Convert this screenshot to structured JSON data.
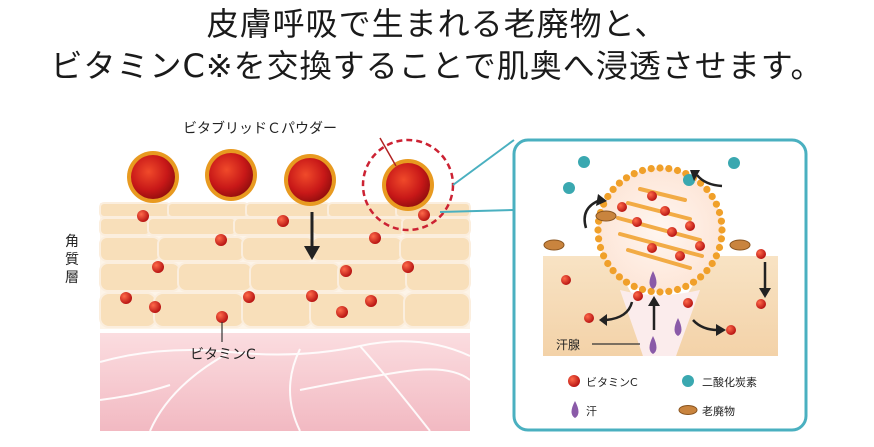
{
  "headline": {
    "line1": "皮膚呼吸で生まれる老廃物と、",
    "line2": "ビタミンC※を交換することで肌奥へ浸透させます。"
  },
  "labels": {
    "powder": "ビタブリッドＣパウダー",
    "stratum_corneum": [
      "角",
      "質",
      "層"
    ],
    "vitamin_c": "ビタミンC",
    "sweat_gland": "汗腺"
  },
  "legend": [
    {
      "icon": "vitamin-c-icon",
      "label": "ビタミンC"
    },
    {
      "icon": "co2-icon",
      "label": "二酸化炭素"
    },
    {
      "icon": "sweat-icon",
      "label": "汗"
    },
    {
      "icon": "waste-icon",
      "label": "老廃物"
    }
  ],
  "colors": {
    "vitamin_red": "#d42020",
    "powder_orange": "#e8901a",
    "frame_teal": "#4ab0c0",
    "dash_red": "#cc2233",
    "skin_peach": "#f6dcb8",
    "dermis_pink": "#f3c4cc",
    "sweat_purple": "#8a5aa8",
    "co2_teal": "#3aa8b0",
    "waste_brown": "#c07a3a"
  }
}
